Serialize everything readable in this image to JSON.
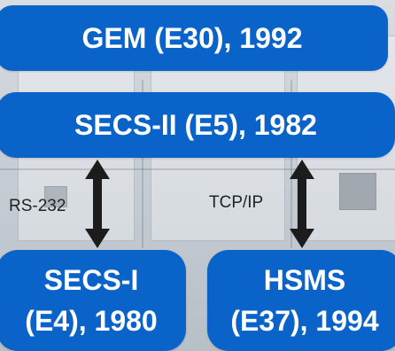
{
  "diagram": {
    "top_box": "GEM (E30), 1992",
    "middle_box": "SECS-II (E5), 1982",
    "bottom_left": {
      "line1": "SECS-I",
      "line2": "(E4), 1980"
    },
    "bottom_right": {
      "line1": "HSMS",
      "line2": "(E37), 1994"
    },
    "left_connector_label": "RS-232",
    "right_connector_label": "TCP/IP"
  },
  "colors": {
    "box_fill": "#0a63c9",
    "box_text": "#ffffff",
    "arrow": "#1c1c1c"
  }
}
